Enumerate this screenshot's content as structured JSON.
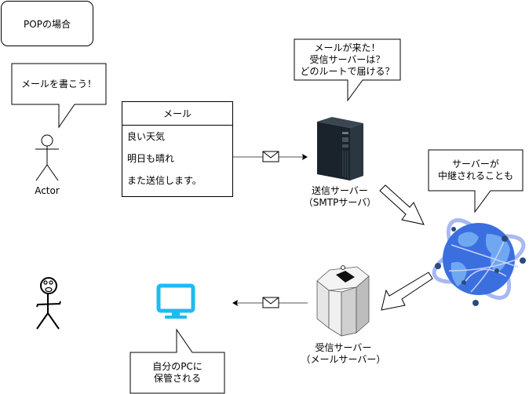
{
  "title": "POPの場合",
  "actor": {
    "label": "Actor",
    "callout": [
      "メールを書こう！"
    ]
  },
  "mail": {
    "header": "メール",
    "lines": [
      "良い天気",
      "明日も晴れ",
      "また送信します。"
    ]
  },
  "smtp_server": {
    "label": [
      "送信サーバー",
      "（SMTPサーバ）"
    ],
    "callout": [
      "メールが来た！",
      "受信サーバーは？",
      "どのルートで届ける？"
    ]
  },
  "internet": {
    "callout": [
      "サーバーが",
      "中継されることも"
    ]
  },
  "receive_server": {
    "label": [
      "受信サーバー",
      "（メールサーバー）"
    ]
  },
  "pc": {
    "callout": [
      "自分のPCに",
      "保管される"
    ]
  },
  "colors": {
    "stroke": "#000000",
    "connector": "#555555",
    "monitor": "#1ebbee",
    "globe_ocean": "#3b6fe0",
    "globe_land": "#6fa8f0",
    "orbit": "#a9b8f5",
    "node": "#2c4a7e",
    "server_dark": "#1f2a33"
  },
  "icons": {
    "envelope": "envelope-icon",
    "server_tower": "server-tower-icon",
    "mail_server": "mail-server-icon",
    "globe": "globe-network-icon",
    "monitor": "monitor-icon",
    "stick_figure": "stick-figure-icon"
  }
}
